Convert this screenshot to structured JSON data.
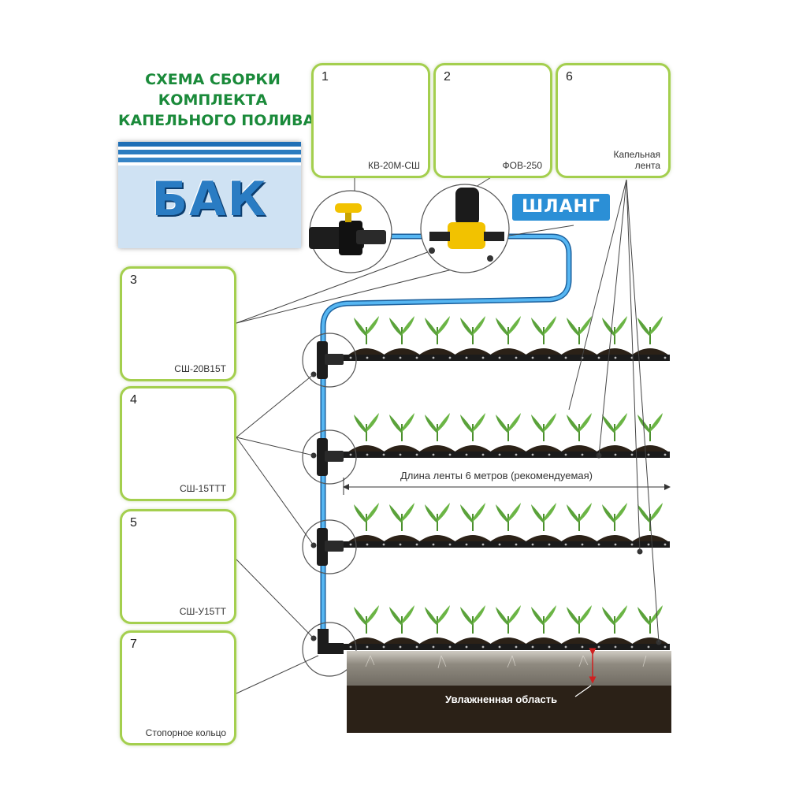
{
  "title": {
    "line1": "СХЕМА СБОРКИ",
    "line2": "КОМПЛЕКТА",
    "line3": "КАПЕЛЬНОГО ПОЛИВА"
  },
  "tank": {
    "label": "БАК"
  },
  "hose": {
    "label": "ШЛАНГ"
  },
  "components": [
    {
      "number": "1",
      "caption": "КВ-20М-СШ"
    },
    {
      "number": "2",
      "caption": "ФОВ-250"
    },
    {
      "number": "6",
      "caption": "Капельная\nлента"
    },
    {
      "number": "3",
      "caption": "СШ-20В15Т"
    },
    {
      "number": "4",
      "caption": "СШ-15ТТТ"
    },
    {
      "number": "5",
      "caption": "СШ-У15ТТ"
    },
    {
      "number": "7",
      "caption": "Стопорное кольцо"
    }
  ],
  "tape_length_label": "Длина ленты 6 метров (рекомендуемая)",
  "moist_area_label": "Увлажненная область",
  "colors": {
    "title_green": "#1a8a3a",
    "box_border": "#a4cf4e",
    "hose_blue": "#2b8fd6",
    "valve_yellow": "#f2c200",
    "soil_dark": "#2b2117",
    "plant_green": "#5aa23a"
  }
}
